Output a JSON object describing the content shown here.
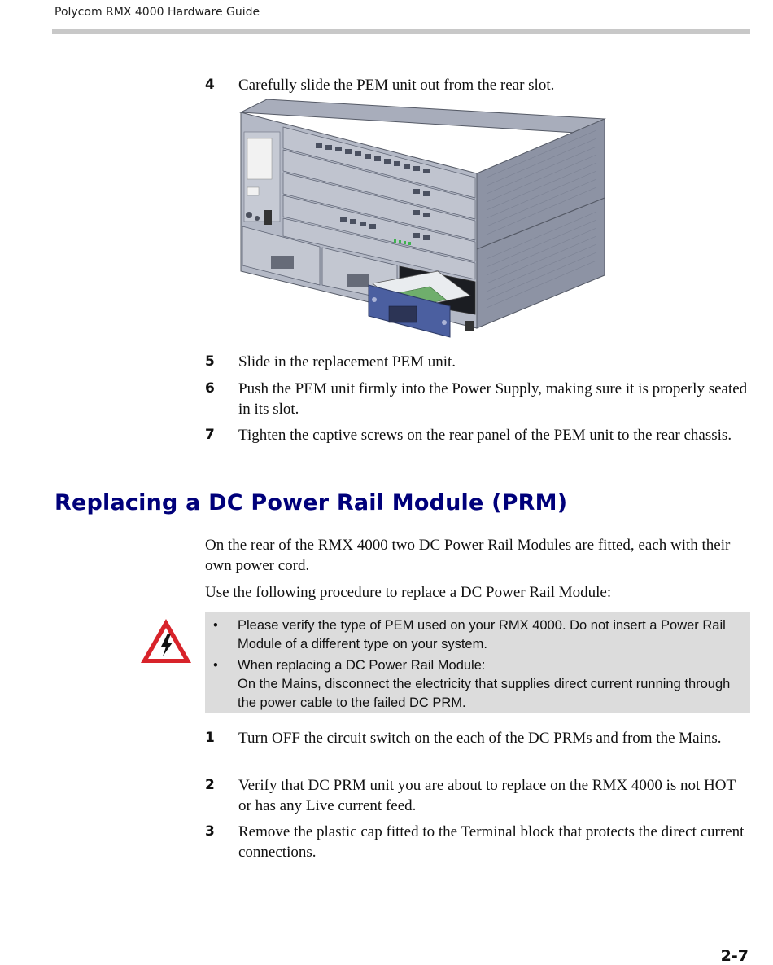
{
  "header": {
    "title": "Polycom RMX 4000 Hardware Guide"
  },
  "steps_a": [
    {
      "num": "4",
      "text": "Carefully slide the PEM unit out from the rear slot."
    }
  ],
  "steps_b": [
    {
      "num": "5",
      "text": "Slide in the replacement PEM unit."
    },
    {
      "num": "6",
      "text": "Push the PEM unit firmly into the Power Supply, making sure it is properly seated in its slot."
    },
    {
      "num": "7",
      "text": "Tighten the captive screws on the rear panel of the PEM unit to the rear chassis."
    }
  ],
  "section": {
    "heading": "Replacing a DC Power Rail Module (PRM)",
    "para1": "On the rear of the RMX 4000 two DC Power Rail Modules are fitted, each with their own power cord.",
    "para2": "Use the following procedure to replace a DC Power Rail Module:"
  },
  "note": {
    "bullet": "•",
    "items": [
      "Please verify the type of PEM used on your RMX 4000. Do not insert a Power Rail Module of a different type on your system.",
      "When replacing a DC Power Rail Module:",
      "On the Mains, disconnect the electricity that supplies direct current running through the power cable to the failed DC PRM."
    ],
    "icon": "electrical-warning-icon",
    "icon_color": "#d8232a"
  },
  "steps_c": [
    {
      "num": "1",
      "text": "Turn OFF the circuit switch on the each of the DC PRMs and from the Mains."
    },
    {
      "num": "2",
      "text": "Verify that DC PRM unit you are about to replace on the RMX 4000 is not HOT or has any Live current feed."
    },
    {
      "num": "3",
      "text": "Remove the plastic cap fitted to the Terminal block that protects the direct current connections."
    }
  ],
  "footer": {
    "page": "2-7"
  }
}
